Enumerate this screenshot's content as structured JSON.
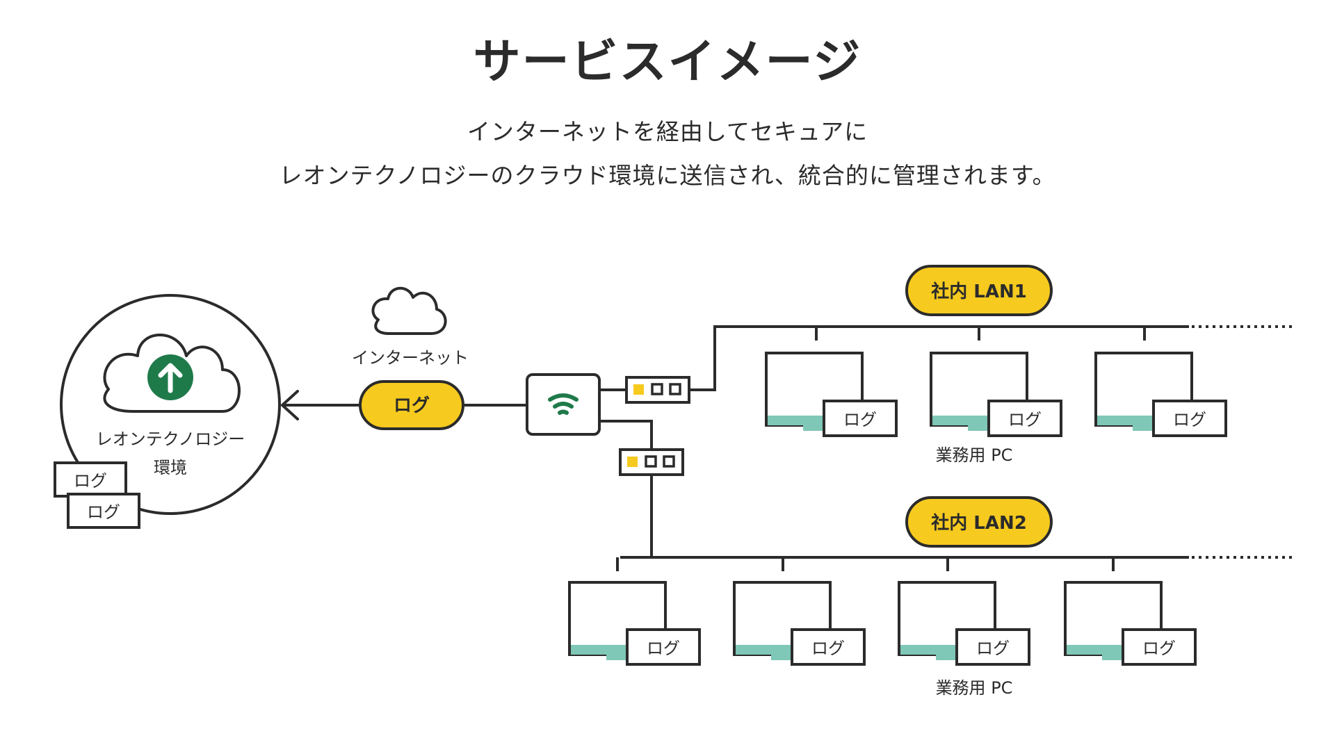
{
  "header": {
    "title": "サービスイメージ",
    "subtitle_line1": "インターネットを経由してセキュアに",
    "subtitle_line2": "レオンテクノロジーのクラウド環境に送信され、統合的に管理されます。"
  },
  "cloud_env": {
    "label_line1": "レオンテクノロジー",
    "label_line2": "環境",
    "icon": "upload-arrow-icon",
    "log_cards": [
      "ログ",
      "ログ"
    ]
  },
  "internet": {
    "label": "インターネット",
    "icon": "cloud-icon"
  },
  "transfer_log": {
    "label": "ログ"
  },
  "router": {
    "icon": "wifi-icon"
  },
  "lan1": {
    "label": "社内 LAN1",
    "pc_label": "業務用 PC",
    "pcs": [
      {
        "log": "ログ"
      },
      {
        "log": "ログ"
      },
      {
        "log": "ログ"
      }
    ]
  },
  "lan2": {
    "label": "社内 LAN2",
    "pc_label": "業務用 PC",
    "pcs": [
      {
        "log": "ログ"
      },
      {
        "log": "ログ"
      },
      {
        "log": "ログ"
      },
      {
        "log": "ログ"
      }
    ]
  },
  "colors": {
    "accent_yellow": "#F6CA1E",
    "line": "#2b2b2b",
    "icon_green": "#1F7A4A",
    "screen_teal": "#7FC7B7"
  }
}
